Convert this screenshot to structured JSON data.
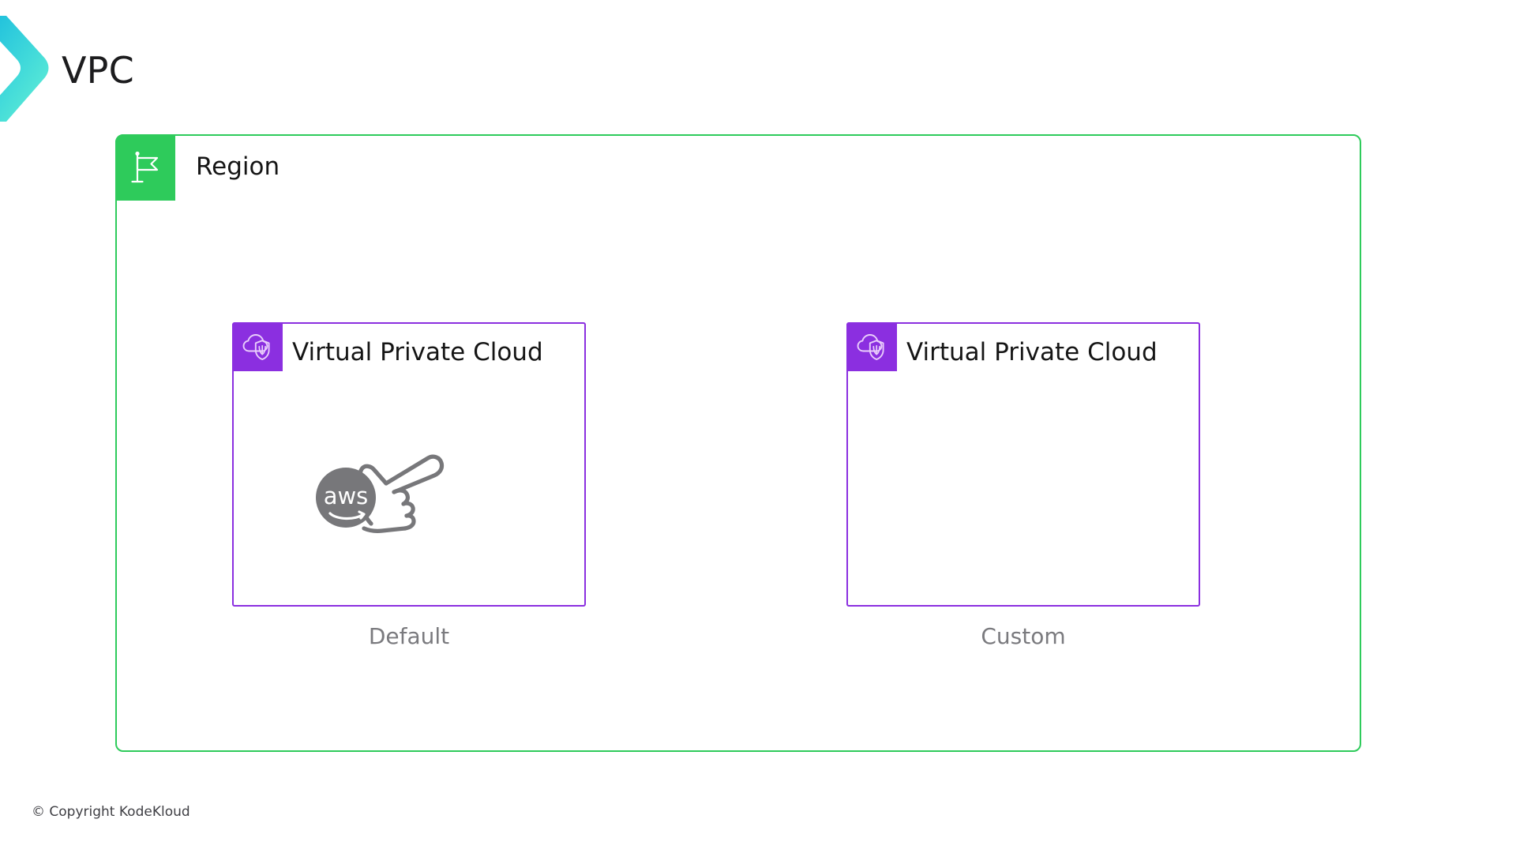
{
  "page": {
    "title": "VPC",
    "background_color": "#ffffff",
    "title_color": "#1c1c1e"
  },
  "brand": {
    "logo_icon": "chevron-right-icon",
    "gradient_from": "#18b8dd",
    "gradient_to": "#5ff0d8"
  },
  "region": {
    "label": "Region",
    "icon": "flag-icon",
    "border_color": "#2ecb5b",
    "tab_color": "#2ecb5b",
    "label_color": "#151515"
  },
  "vpcs": [
    {
      "title": "Virtual Private Cloud",
      "icon": "cloud-shield-icon",
      "caption": "Default",
      "border_color": "#8b2fe0",
      "tab_color": "#8b2fe0",
      "has_aws_hand": true
    },
    {
      "title": "Virtual Private Cloud",
      "icon": "cloud-shield-icon",
      "caption": "Custom",
      "border_color": "#8b2fe0",
      "tab_color": "#8b2fe0",
      "has_aws_hand": false
    }
  ],
  "aws_badge": {
    "label": "aws",
    "icon": "pointing-hand-icon",
    "circle_color": "#77777a",
    "text_color": "#ffffff"
  },
  "caption_color": "#7a7a7e",
  "footer": {
    "copyright": "© Copyright KodeKloud",
    "color": "#3f3f44"
  }
}
